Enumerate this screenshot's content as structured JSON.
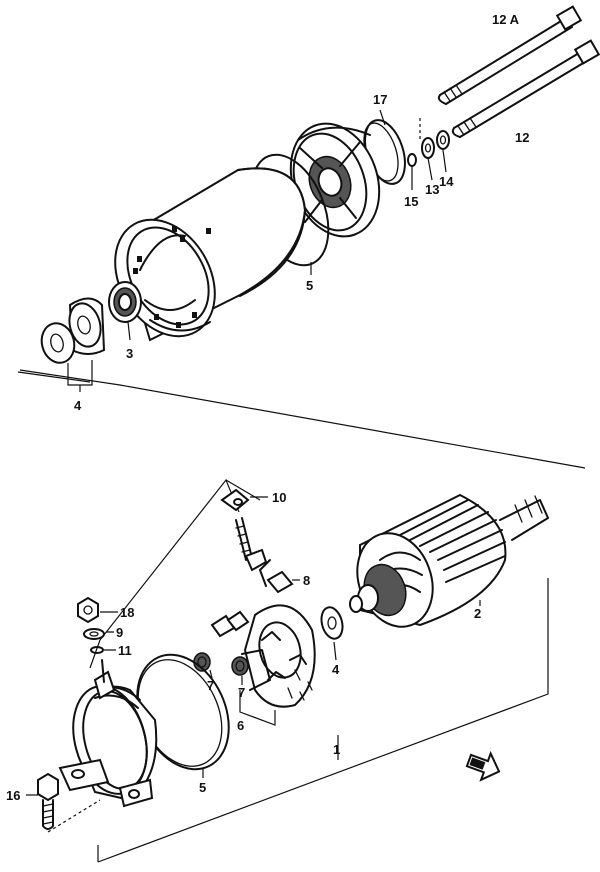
{
  "labels": {
    "p1": "1",
    "p2": "2",
    "p3": "3",
    "p4a": "4",
    "p4b": "4",
    "p5a": "5",
    "p5b": "5",
    "p6": "6",
    "p7a": "7",
    "p7b": "7",
    "p8": "8",
    "p9": "9",
    "p10": "10",
    "p11": "11",
    "p12": "12",
    "p12a": "12 A",
    "p13": "13",
    "p14": "14",
    "p15": "15",
    "p16": "16",
    "p17": "17",
    "p18": "18"
  },
  "icons": {
    "direction_arrow": "fwd-arrow-icon"
  }
}
